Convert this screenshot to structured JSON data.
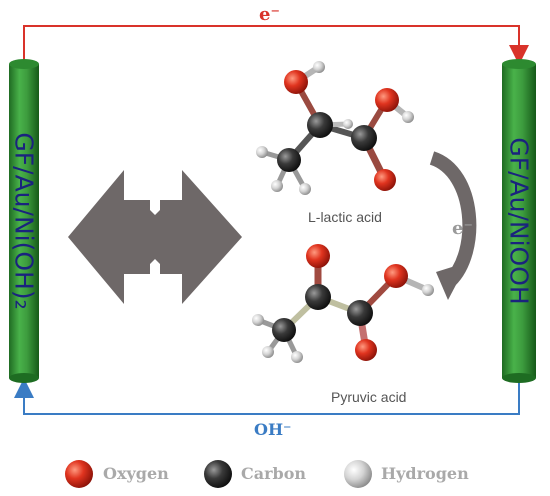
{
  "top_arrow_label": "e⁻",
  "bottom_arrow_label": "OH⁻",
  "side_arrow_label": "e⁻",
  "left_electrode_label": "GF/Au/Ni(OH)₂",
  "right_electrode_label": "GF/Au/NiOOH",
  "molecules": {
    "lactic": "L-lactic acid",
    "pyruvic": "Pyruvic acid"
  },
  "legend": [
    {
      "label": "Oxygen",
      "color": "#cc2a1a"
    },
    {
      "label": "Carbon",
      "color": "#2a2a2a"
    },
    {
      "label": "Hydrogen",
      "color": "#d8d8d8"
    }
  ],
  "colors": {
    "electrode": "#2f8a2f",
    "electrode_text": "#1a237e",
    "electron_path": "#d9332a",
    "hydroxide_path": "#3a7cc4",
    "double_arrow": "#6e6868"
  }
}
